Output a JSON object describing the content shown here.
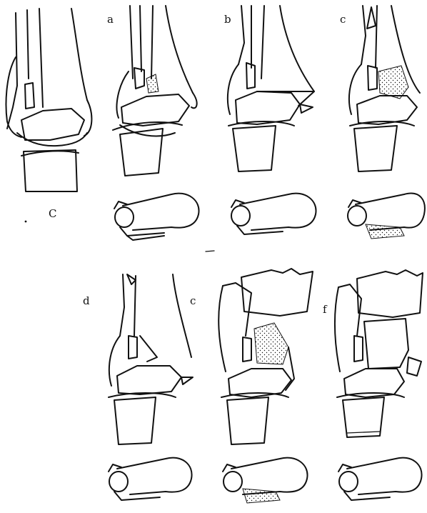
{
  "figure": {
    "labels": {
      "C": "C",
      "a": "a",
      "b": "b",
      "c": "c",
      "d": "d",
      "e": "c",
      "f": "f"
    }
  },
  "colors": {
    "ink": "#111111",
    "paper": "#ffffff"
  }
}
